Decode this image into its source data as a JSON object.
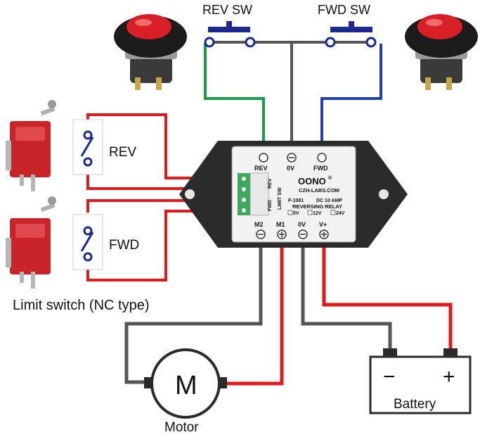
{
  "labels": {
    "rev_sw": "REV SW",
    "fwd_sw": "FWD SW",
    "rev_limit": "REV",
    "fwd_limit": "FWD",
    "limit_caption": "Limit switch (NC type)",
    "motor_symbol": "M",
    "motor_caption": "Motor",
    "battery_caption": "Battery",
    "battery_minus": "−",
    "battery_plus": "+"
  },
  "module": {
    "top_terminals": [
      "REV",
      "0V",
      "FWD"
    ],
    "brand": "OONO",
    "brand_mark": "®",
    "site": "CZH-LABS.COM",
    "model": "F-1081",
    "rating": "DC 10 AMP",
    "type": "REVERSING RELAY",
    "voltage_options": [
      "5V",
      "12V",
      "24V"
    ],
    "limit_group_label": "LIMIT SW",
    "limit_rev": "REV",
    "limit_fwd": "FWD",
    "bottom_terminals": [
      "M2",
      "M1",
      "0V",
      "V+"
    ]
  },
  "colors": {
    "red_wire": "#e0191b",
    "green_wire": "#1a9a4a",
    "blue_wire": "#1f3fae",
    "gray_wire": "#555555",
    "switch_blue": "#1b2a8c",
    "module_body": "#2b2b2b",
    "terminal_green": "#3da85e"
  }
}
